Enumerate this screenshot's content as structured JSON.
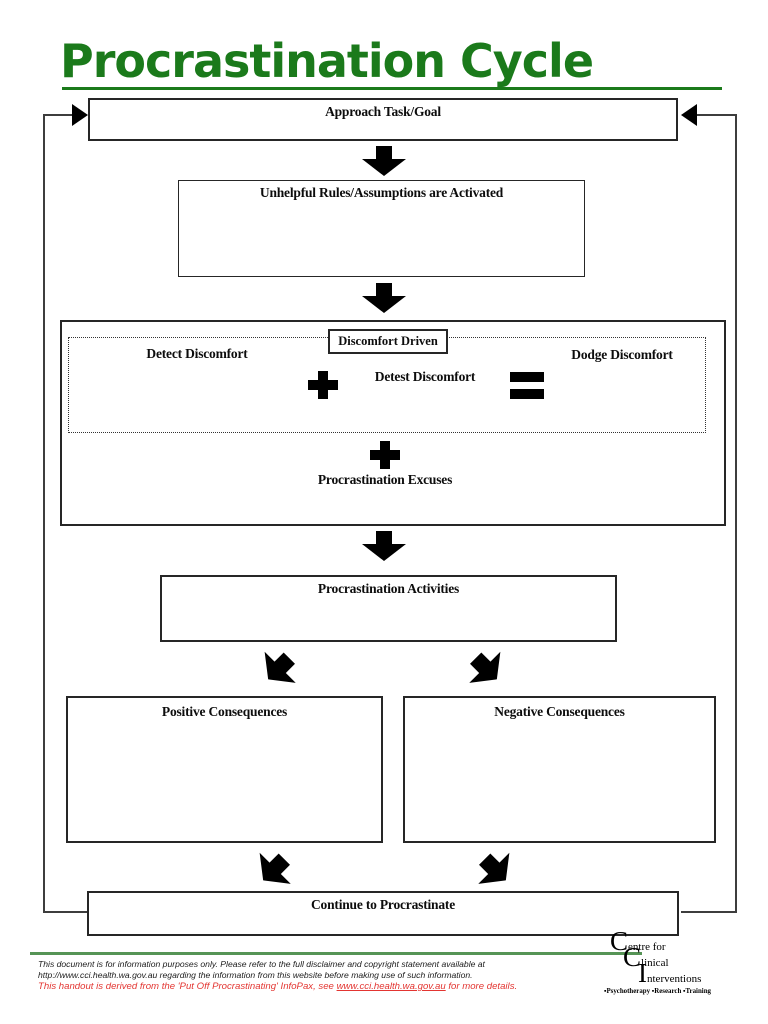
{
  "title": "Procrastination Cycle",
  "colors": {
    "title_green": "#1b7a1b",
    "footer_rule_green": "#569456",
    "footer_red": "#e33531",
    "ink_black": "#0d0d0d"
  },
  "boxes": {
    "approach": "Approach Task/Goal",
    "unhelpful": "Unhelpful Rules/Assumptions are Activated",
    "discomfort_driven": "Discomfort Driven",
    "detect": "Detect Discomfort",
    "detest": "Detest Discomfort",
    "dodge": "Dodge Discomfort",
    "excuses": "Procrastination Excuses",
    "activities": "Procrastination Activities",
    "positive": "Positive Consequences",
    "negative": "Negative Consequences",
    "continue": "Continue to Procrastinate"
  },
  "icons": {
    "plus-icon": "+ (solid cross, CSS shape)",
    "equals-icon": "= (two solid bars, CSS shape)",
    "down-arrow-icon": "solid block arrow pointing down",
    "bent-arrow-left-icon": "solid block arrow pointing down-left",
    "bent-arrow-right-icon": "solid block arrow pointing down-right",
    "loop-arrowhead-right-icon": "solid triangle pointing right into box",
    "loop-arrowhead-left-icon": "solid triangle pointing left into box"
  },
  "footer": {
    "line1": "This document is for information purposes only. Please refer to the full disclaimer and copyright statement available at",
    "line2": "http://www.cci.health.wa.gov.au regarding the information from this website before making use of such information.",
    "line3_prefix": "This handout is derived from the 'Put Off Procrastinating' InfoPax, see ",
    "line3_link": "www.cci.health.wa.gov.au",
    "line3_suffix": " for more details."
  },
  "logo": {
    "line1_initial": "C",
    "line1_rest": "entre for",
    "line2_initial": "C",
    "line2_rest": "linical",
    "line3_initial": "I",
    "line3_rest": "nterventions",
    "tagline": "▪Psychotherapy ▪Research ▪Training"
  }
}
